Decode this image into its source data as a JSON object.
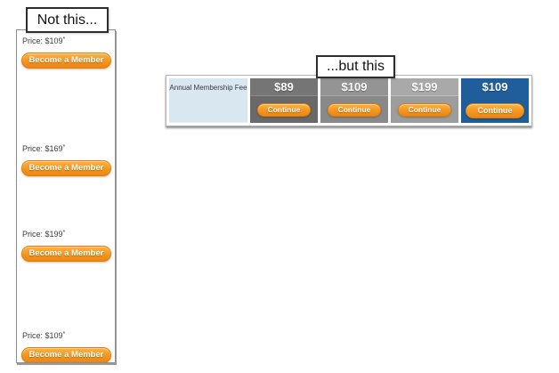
{
  "callouts": {
    "not_this": "Not this...",
    "but_this": "...but this"
  },
  "left_panel": {
    "button_label": "Become a Member",
    "items": [
      {
        "price_label": "Price: $109",
        "asterisk": "*"
      },
      {
        "price_label": "Price: $169",
        "asterisk": "*"
      },
      {
        "price_label": "Price: $199",
        "asterisk": "*"
      },
      {
        "price_label": "Price: $109",
        "asterisk": "*"
      }
    ]
  },
  "comparison_table": {
    "row_label": "Annual Membership Fee",
    "button_label": "Continue",
    "columns": [
      {
        "price": "$89"
      },
      {
        "price": "$109"
      },
      {
        "price": "$199"
      },
      {
        "price": "$109"
      }
    ],
    "colors": {
      "column_1_bg": "#6d6d6d",
      "column_2_bg": "#8c8c8c",
      "column_3_bg": "#a1a1a1",
      "highlight_column_bg": "#1f5e9a",
      "label_cell_bg": "#d9e7f1",
      "button_orange": "#f08c14"
    }
  }
}
